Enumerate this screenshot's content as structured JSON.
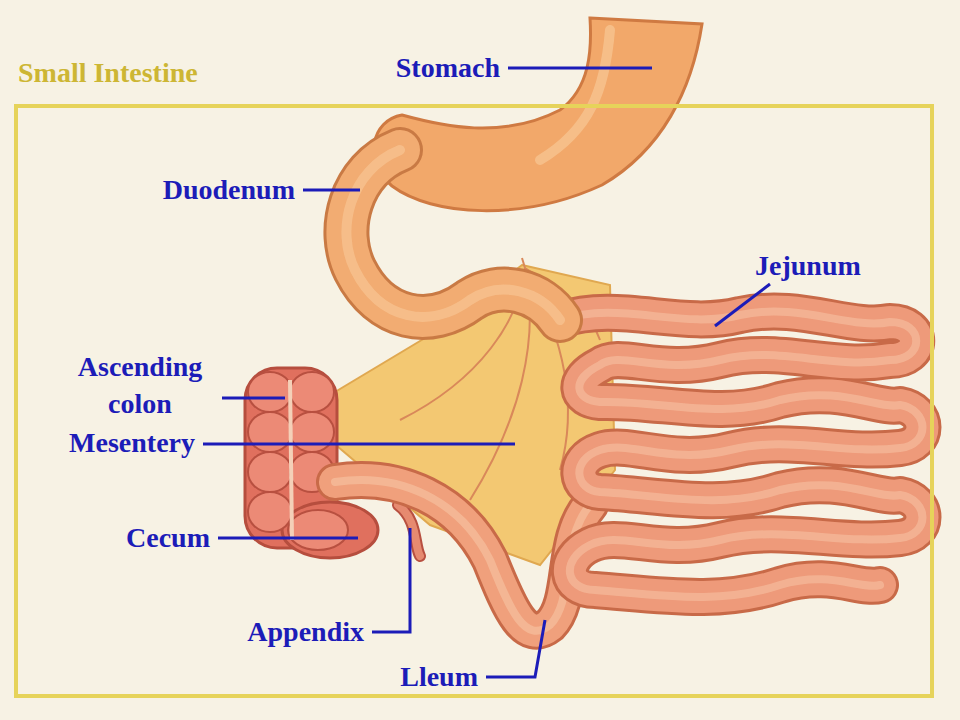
{
  "diagram": {
    "nodes": [
      {
        "text": [
          "Small Intestine"
        ]
      }
    ],
    "labels": [
      "Stomach",
      "Duodenum",
      "Jejunum",
      "Ascending colon",
      "Mesentery",
      "Cecum",
      "Appendix",
      "Lleum"
    ]
  }
}
